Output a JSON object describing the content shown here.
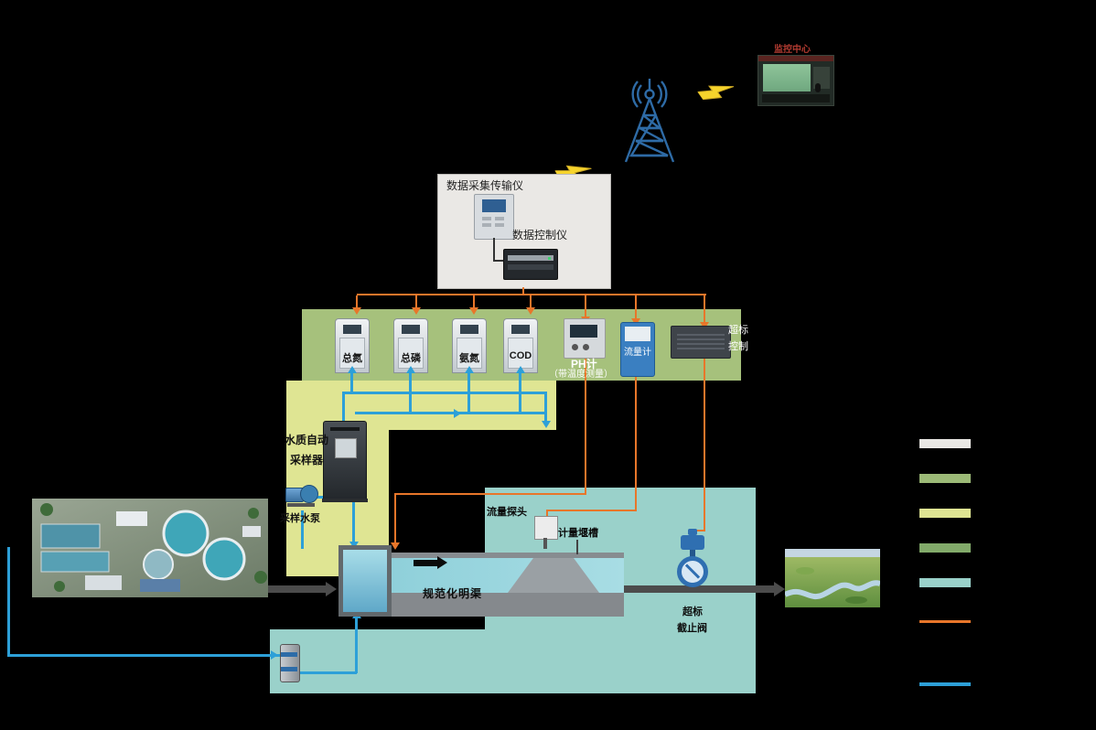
{
  "monitor_center": {
    "label": "监控中心"
  },
  "dcs_box": {
    "transmitter": "数据采集传输仪",
    "controller": "数据控制仪"
  },
  "analyzers": {
    "items": [
      {
        "label": "总氮"
      },
      {
        "label": "总磷"
      },
      {
        "label": "氨氮"
      },
      {
        "label": "COD"
      }
    ]
  },
  "ph_meter": {
    "label": "PH计",
    "note": "（带温度测量）"
  },
  "flow_meter": {
    "label": "流量计"
  },
  "exceed_controller": {
    "line1": "超标",
    "line2": "控制"
  },
  "sampler": {
    "line1": "水质自动",
    "line2": "采样器"
  },
  "sampling_pump": {
    "label": "采样水泵"
  },
  "flow_probe": {
    "label": "流量探头"
  },
  "weir": {
    "label": "计量堰槽"
  },
  "channel": {
    "label": "规范化明渠"
  },
  "shutoff_valve": {
    "line1": "超标",
    "line2": "截止阀"
  },
  "legend": {
    "swatches": [
      {
        "name": "control-station-zone",
        "color": "#eae8e5"
      },
      {
        "name": "instrument-zone",
        "color": "#9cba77"
      },
      {
        "name": "sampling-zone",
        "color": "#dfe593"
      },
      {
        "name": "green-zone",
        "color": "#82aa6a"
      },
      {
        "name": "channel-zone",
        "color": "#9ad1ca"
      }
    ],
    "lines": [
      {
        "name": "signal-line",
        "color": "#e8762a"
      },
      {
        "name": "water-line",
        "color": "#2da0d8"
      }
    ]
  },
  "colors": {
    "signal_orange": "#e8762a",
    "water_blue": "#2da0d8",
    "band_green": "#a6c17c",
    "zone_yellow": "#dfe593",
    "zone_teal": "#9ad1ca",
    "box_gray": "#eae8e5",
    "tower_blue": "#2e6ba6",
    "bolt_yellow": "#f6d42c"
  }
}
